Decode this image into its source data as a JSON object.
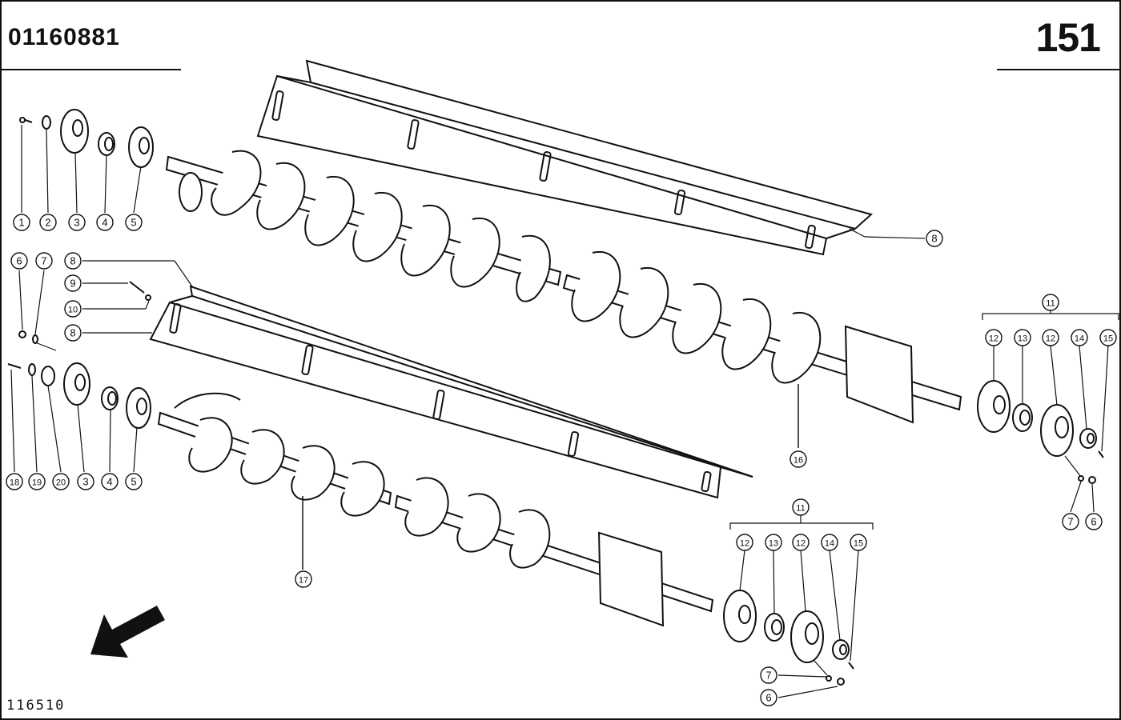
{
  "header": {
    "part_number": "01160881",
    "page_number": "151"
  },
  "footer": {
    "drawing_id": "116510"
  },
  "callouts": {
    "top_left": [
      "1",
      "2",
      "3",
      "4",
      "5"
    ],
    "mid_left_upper": [
      "6",
      "7",
      "8",
      "9",
      "10",
      "8"
    ],
    "bottom_left": [
      "18",
      "19",
      "20",
      "3",
      "4",
      "5"
    ],
    "upper_auger": [
      "8",
      "16"
    ],
    "lower_auger": [
      "17"
    ],
    "right_group": [
      "11",
      "12",
      "13",
      "12",
      "14",
      "15",
      "7",
      "6"
    ],
    "bottom_group": [
      "11",
      "12",
      "13",
      "12",
      "14",
      "15",
      "7",
      "6"
    ]
  },
  "icons": {
    "direction_arrow": "arrow-down-left-icon"
  }
}
